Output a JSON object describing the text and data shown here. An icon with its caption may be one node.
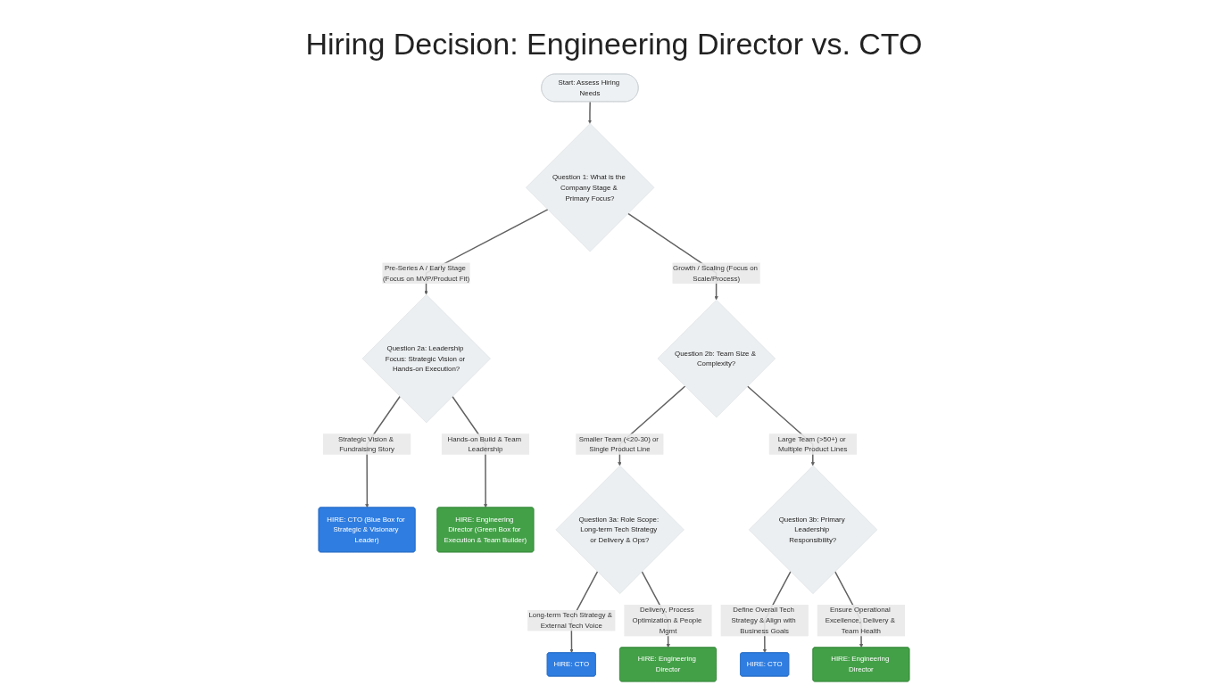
{
  "diagram": {
    "title": "Hiring Decision: Engineering Director vs. CTO",
    "nodes": [
      {
        "text": [
          "Start: Assess Hiring Needs"
        ]
      },
      {
        "text": [
          "Question 1: What is the Company Stage & Primary Focus?"
        ]
      },
      {
        "text": [
          "Question 2a: Leadership Focus: Strategic Vision or Hands-on Execution?"
        ]
      },
      {
        "text": [
          "Question 2b: Team Size & Complexity?"
        ]
      },
      {
        "text": [
          "HIRE: CTO (Blue Box for Strategic & Visionary Leader)"
        ]
      },
      {
        "text": [
          "HIRE: Engineering Director (Green Box for Execution & Team Builder)"
        ]
      },
      {
        "text": [
          "Question 3a: Role Scope: Long-term Tech Strategy or Delivery & Ops?"
        ]
      },
      {
        "text": [
          "Question 3b: Primary Leadership Responsibility?"
        ]
      },
      {
        "text": [
          "HIRE: CTO"
        ]
      },
      {
        "text": [
          "HIRE: Engineering Director"
        ]
      },
      {
        "text": [
          "HIRE: CTO"
        ]
      },
      {
        "text": [
          "HIRE: Engineering Director"
        ]
      }
    ],
    "edges": [
      {
        "from": 0,
        "to": 1,
        "arrow": "to"
      },
      {
        "from": 1,
        "to": 2,
        "arrow": "to",
        "label": "Pre-Series A / Early Stage (Focus on MVP/Product Fit)"
      },
      {
        "from": 1,
        "to": 3,
        "arrow": "to",
        "label": "Growth / Scaling (Focus on Scale/Process)"
      },
      {
        "from": 2,
        "to": 4,
        "arrow": "to",
        "label": "Strategic Vision & Fundraising Story"
      },
      {
        "from": 2,
        "to": 5,
        "arrow": "to",
        "label": "Hands-on Build & Team Leadership"
      },
      {
        "from": 3,
        "to": 6,
        "arrow": "to",
        "label": "Smaller Team (<20-30) or Single Product Line"
      },
      {
        "from": 3,
        "to": 7,
        "arrow": "to",
        "label": "Large Team (>50+) or Multiple Product Lines"
      },
      {
        "from": 6,
        "to": 8,
        "arrow": "to",
        "label": "Long-term Tech Strategy & External Tech Voice"
      },
      {
        "from": 6,
        "to": 9,
        "arrow": "to",
        "label": "Delivery, Process Optimization & People Mgmt"
      },
      {
        "from": 7,
        "to": 10,
        "arrow": "to",
        "label": "Define Overall Tech Strategy & Align with Business Goals"
      },
      {
        "from": 7,
        "to": 11,
        "arrow": "to",
        "label": "Ensure Operational Excellence, Delivery & Team Health"
      }
    ]
  }
}
